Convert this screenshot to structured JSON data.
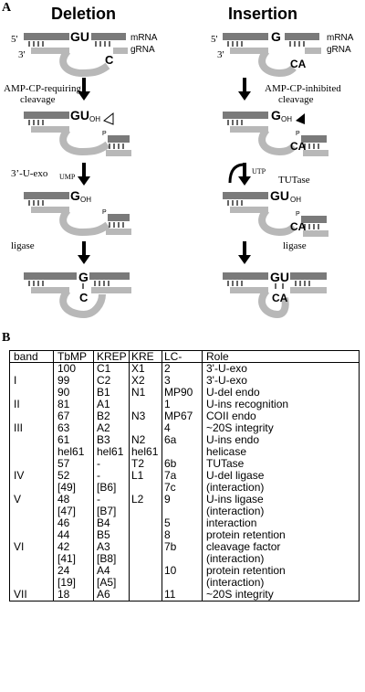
{
  "panel_a": {
    "letter": "A",
    "deletion": {
      "title": "Deletion",
      "five_prime": "5'",
      "three_prime": "3'",
      "mrna_label": "mRNA",
      "grna_label": "gRNA",
      "step1_u": "GU",
      "step1_c": "C",
      "cleavage_label_line1": "AMP-CP-requiring",
      "cleavage_label_line2": "cleavage",
      "step2_u": "GU",
      "step2_sub": "OH",
      "step2_p": "P",
      "exo_label": "3’-U-exo",
      "ump_label": "UMP",
      "step3_g": "G",
      "step3_sub": "OH",
      "step3_p": "P",
      "ligase_label": "ligase",
      "step4_g": "G",
      "step4_c": "C"
    },
    "insertion": {
      "title": "Insertion",
      "five_prime": "5'",
      "three_prime": "3'",
      "mrna_label": "mRNA",
      "grna_label": "gRNA",
      "step1_g": "G",
      "step1_ca": "CA",
      "cleavage_label_line1": "AMP-CP-inhibited",
      "cleavage_label_line2": "cleavage",
      "step2_g": "G",
      "step2_sub": "OH",
      "step2_p": "P",
      "step2_ca": "CA",
      "utp_label": "UTP",
      "tutase_label": "TUTase",
      "step3_gu": "GU",
      "step3_sub": "OH",
      "step3_p": "P",
      "step3_ca": "CA",
      "ligase_label": "ligase",
      "step4_gu": "GU",
      "step4_ca": "CA"
    }
  },
  "panel_b": {
    "letter": "B",
    "headers": [
      "band",
      "TbMP",
      "KREP",
      "KRE",
      "LC-",
      "Role"
    ],
    "rows": [
      [
        "",
        "100",
        "C1",
        "X1",
        "2",
        "3'-U-exo"
      ],
      [
        "I",
        "99",
        "C2",
        "X2",
        "3",
        "3'-U-exo"
      ],
      [
        "",
        "90",
        "B1",
        "N1",
        "MP90",
        "U-del endo"
      ],
      [
        "II",
        "81",
        "A1",
        "",
        "1",
        "U-ins recognition"
      ],
      [
        "",
        "67",
        "B2",
        "N3",
        "MP67",
        "COII endo"
      ],
      [
        "III",
        "63",
        "A2",
        "",
        "4",
        "~20S integrity"
      ],
      [
        "",
        "61",
        "B3",
        "N2",
        "6a",
        "U-ins endo"
      ],
      [
        "",
        "hel61",
        "hel61",
        "hel61",
        "",
        "helicase"
      ],
      [
        "",
        "57",
        "-",
        "T2",
        "6b",
        "TUTase"
      ],
      [
        "IV",
        "52",
        "-",
        "L1",
        "7a",
        "U-del ligase"
      ],
      [
        "",
        "[49]",
        "[B6]",
        "",
        "7c",
        "(interaction)"
      ],
      [
        "V",
        "48",
        "-",
        "L2",
        "9",
        "U-ins ligase"
      ],
      [
        "",
        "[47]",
        "[B7]",
        "",
        "",
        "(interaction)"
      ],
      [
        "",
        "46",
        "B4",
        "",
        "5",
        "interaction"
      ],
      [
        "",
        "44",
        "B5",
        "",
        "8",
        "protein retention"
      ],
      [
        "VI",
        "42",
        "A3",
        "",
        "7b",
        "cleavage factor"
      ],
      [
        "",
        "[41]",
        "[B8]",
        "",
        "",
        "(interaction)"
      ],
      [
        "",
        "24",
        "A4",
        "",
        "10",
        "protein retention"
      ],
      [
        "",
        "[19]",
        "[A5]",
        "",
        "",
        "(interaction)"
      ],
      [
        "VII",
        "18",
        "A6",
        "",
        "11",
        "~20S integrity"
      ]
    ]
  }
}
